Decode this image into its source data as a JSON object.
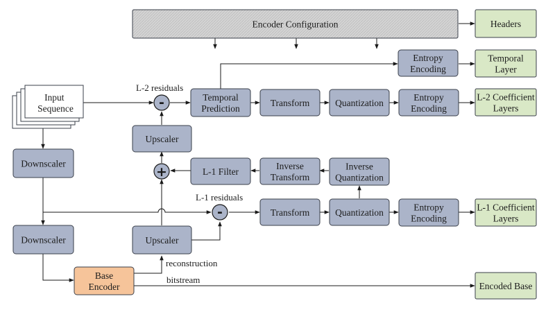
{
  "colors": {
    "process": "#abb4c9",
    "output": "#d9e8c6",
    "config": "#d4d4d4",
    "base_encoder": "#f6c49a",
    "input": "#ffffff",
    "line": "#1a1a1a"
  },
  "nodes": {
    "encoder_config": [
      "Encoder Configuration"
    ],
    "headers": [
      "Headers"
    ],
    "input_sequence": [
      "Input",
      "Sequence"
    ],
    "entropy_top": [
      "Entropy",
      "Encoding"
    ],
    "temporal_layer": [
      "Temporal",
      "Layer"
    ],
    "temporal_prediction": [
      "Temporal",
      "Prediction"
    ],
    "transform_top": [
      "Transform"
    ],
    "quantization_top": [
      "Quantization"
    ],
    "entropy_l2": [
      "Entropy",
      "Encoding"
    ],
    "l2_coefficient": [
      "L-2 Coefficient",
      "Layers"
    ],
    "upscaler_top": [
      "Upscaler"
    ],
    "downscaler_top": [
      "Downscaler"
    ],
    "l1_filter": [
      "L-1 Filter"
    ],
    "inverse_transform": [
      "Inverse",
      "Transform"
    ],
    "inverse_quantization": [
      "Inverse",
      "Quantization"
    ],
    "transform_mid": [
      "Transform"
    ],
    "quantization_mid": [
      "Quantization"
    ],
    "entropy_l1": [
      "Entropy",
      "Encoding"
    ],
    "l1_coefficient": [
      "L-1 Coefficient",
      "Layers"
    ],
    "downscaler_bottom": [
      "Downscaler"
    ],
    "upscaler_bottom": [
      "Upscaler"
    ],
    "base_encoder": [
      "Base",
      "Encoder"
    ],
    "encoded_base": [
      "Encoded Base"
    ]
  },
  "operators": {
    "sub_top": "-",
    "add_mid": "+",
    "sub_bottom": "-"
  },
  "labels": {
    "l2_residuals": "L-2 residuals",
    "l1_residuals": "L-1 residuals",
    "reconstruction": "reconstruction",
    "bitstream": "bitstream"
  }
}
